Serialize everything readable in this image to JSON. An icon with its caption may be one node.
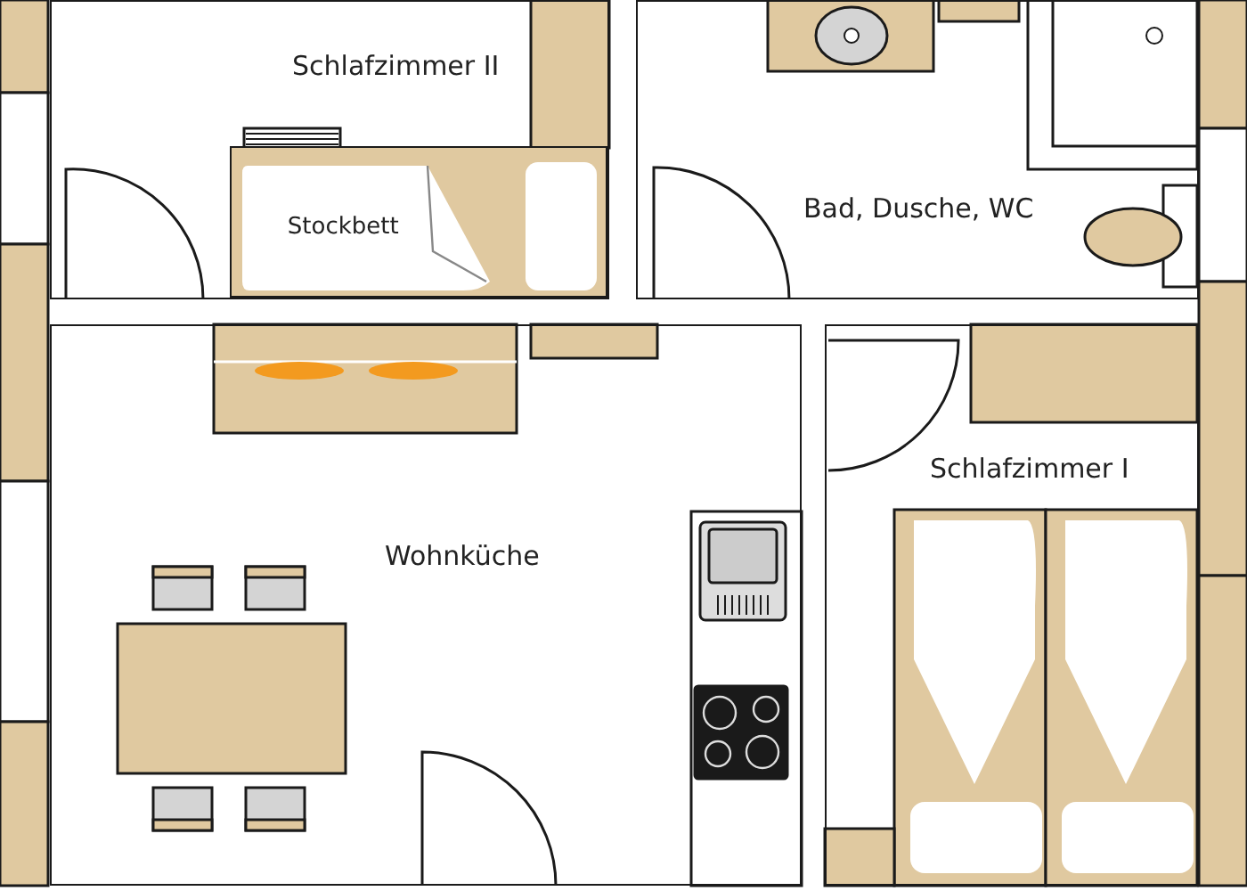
{
  "diagram": {
    "nodes": [
      {
        "text": [
          "Schlafzimmer II"
        ]
      },
      {
        "text": [
          "Stockbett"
        ],
        "in": 0
      },
      {
        "text": [
          "Bad, Dusche, WC"
        ]
      },
      {
        "text": [
          "Wohnküche"
        ]
      },
      {
        "text": [
          "Schlafzimmer I"
        ]
      }
    ]
  }
}
